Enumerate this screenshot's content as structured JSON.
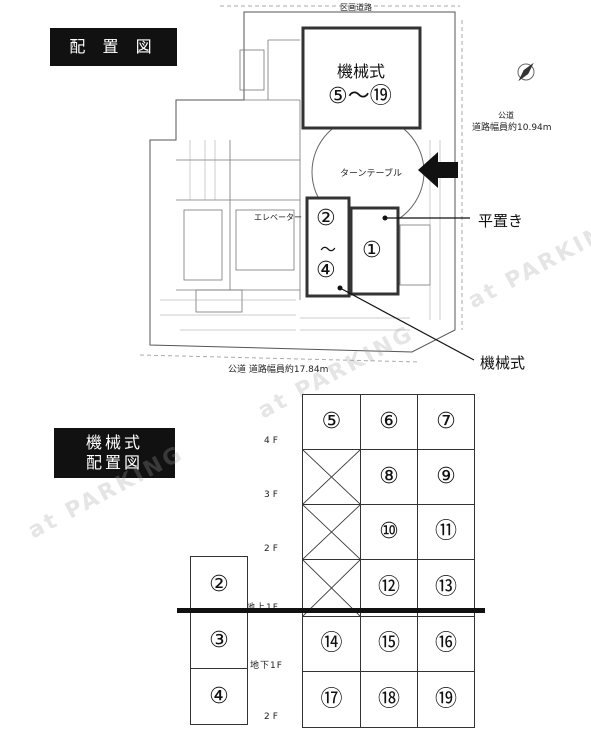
{
  "layout_title": "配 置 図",
  "machine_title_line1": "機械式",
  "machine_title_line2": "配置図",
  "plan": {
    "road_top": "区画道路",
    "road_right": "公道",
    "road_right_width": "道路幅員約10.94m",
    "road_bottom": "公道 道路幅員約17.84m",
    "turntable": "ターンテーブル",
    "elevator": "エレベーター",
    "machine_box_title": "機械式",
    "machine_box_range": "⑤〜⑲",
    "flat_box_top": "②",
    "flat_box_mid": "〜",
    "flat_box_bottom": "④",
    "flat_single": "①",
    "callout_flat": "平置き",
    "callout_machine": "機械式"
  },
  "floors": [
    "4F",
    "3F",
    "2F",
    "地上1F",
    "地下1F",
    "2F"
  ],
  "grid_main": [
    [
      "⑤",
      "⑥",
      "⑦"
    ],
    [
      "",
      "⑧",
      "⑨"
    ],
    [
      "",
      "⑩",
      "⑪"
    ],
    [
      "",
      "⑫",
      "⑬"
    ],
    [
      "⑭",
      "⑮",
      "⑯"
    ],
    [
      "⑰",
      "⑱",
      "⑲"
    ]
  ],
  "grid_left": [
    "②",
    "③",
    "④"
  ],
  "watermark": "at PARKING"
}
